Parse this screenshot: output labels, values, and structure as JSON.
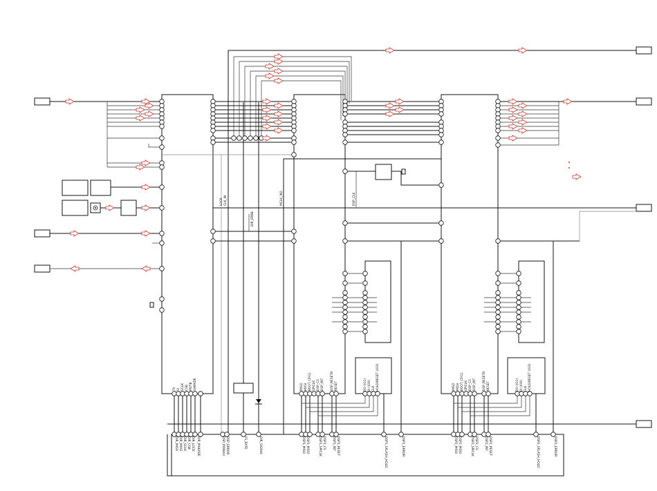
{
  "colors": {
    "line": "#111111",
    "arrow": "#c0392b",
    "pin_fill": "#ffffff"
  },
  "icons": [
    "arrow-icon",
    "crystal-icon",
    "diode-icon",
    "coaxial-connector-icon"
  ],
  "labels": {
    "left_ic_pins": [
      "TX",
      "SI",
      "SCLK",
      "CSB",
      "MUTB",
      "SAMADE"
    ],
    "bottom_left": [
      "DIR_MISO",
      "DIR_MOSI",
      "DIR_SCLK",
      "DIR_CSB",
      "DIR_LOCK",
      "DIR_MAKADE"
    ],
    "bottom_mid_a": [
      "DSP_MONAU",
      "DSP_ERROR"
    ],
    "fs_rate": "FS_RATE",
    "dir_signal": "DIR_SIGNAL",
    "dsp1_top": [
      "MISO",
      "MOSI",
      "BOOT_CFG1",
      "SPICLK",
      "DSP_CS",
      "DSP_INT",
      "DSP_RESETB",
      "RESET"
    ],
    "dsp1_bottom": [
      "DSP1_MISO",
      "DSP1_MOSI",
      "DSP1_SPICLK",
      "DSP1_CS",
      "DSP1_INT",
      "DSP1_RESET"
    ],
    "dsp1_flash": "DSP1_SFLASH_HOLD",
    "dsp1_error": "DSP1_ERROR",
    "flash1_pins": [
      "DO (IO1)",
      "DI (IO0)",
      "CLK",
      "HOLD/RESET (IO3)"
    ],
    "dsp2_top": [
      "MISO",
      "MOSI",
      "BOOT_CFG1",
      "SPICLK",
      "DSP_CS",
      "DSP_INT",
      "DSP_RESETB",
      "RESET"
    ],
    "dsp2_bottom": [
      "DSP2_MISO",
      "DSP2_MOSI",
      "DSP2_SPICLK",
      "DSP2_CS",
      "DSP2_INT",
      "DSP2_RESET"
    ],
    "dsp2_flash": "DSP2_SFLASH_HOLD",
    "dsp2_error": "DSP2_ERROR",
    "flash2_pins": [
      "DO (IO1)",
      "DI (IO0)",
      "CLK",
      "HOLD/RESET (IO3)"
    ],
    "lock_labels": [
      "LOCK",
      "CLK_IN"
    ],
    "dir_errb": "DIR_ERRB",
    "mclk": "MCLK_IN2",
    "dsp_clk": "DSP_CLK"
  }
}
